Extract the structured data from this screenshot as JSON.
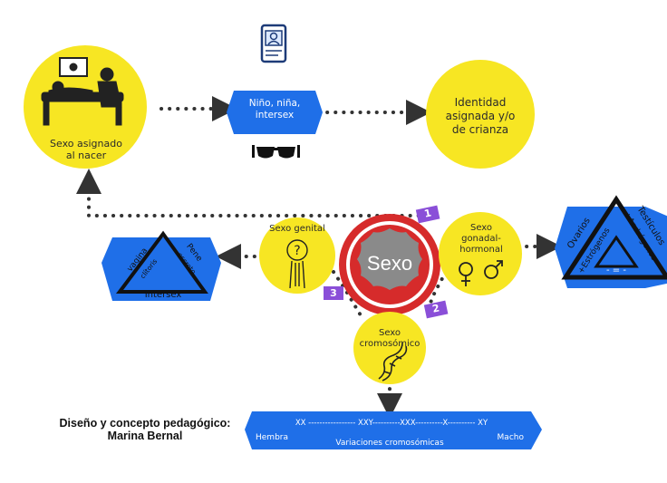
{
  "nodes": {
    "assigned_at_birth": "Sexo asignado al nacer",
    "child_label": "Niño, niña, intersex",
    "identity": "Identidad asignada y/o de crianza",
    "genital": "Sexo genital",
    "center": "Sexo",
    "gonadal": "Sexo gonadal-hormonal",
    "chromosomal": "Sexo cromosómico"
  },
  "genital_triangle": {
    "left_side": "vagina",
    "left_inner": "clítoris",
    "right_side": "Pene",
    "right_inner": "escroto",
    "bottom": "Intersex"
  },
  "gonadal_triangle": {
    "left_side": "Ovarios",
    "left_inner": "+Estrógenos",
    "right_side": "Testículos",
    "right_inner": "+Andrógenos",
    "bottom": "- = -"
  },
  "chromosome_bar": {
    "scale": "XX ----------------- XXY----------XXX----------X---------- XY",
    "left": "Hembra",
    "center": "Variaciones cromosómicas",
    "right": "Macho"
  },
  "badges": [
    "1",
    "2",
    "3"
  ],
  "credit": "Diseño y concepto pedagógico: Marina Bernal",
  "colors": {
    "yellow": "#f7e623",
    "blue": "#1f6fe8",
    "purple": "#8a4fd8",
    "red": "#d62b2b",
    "gray": "#8a8a8a"
  }
}
